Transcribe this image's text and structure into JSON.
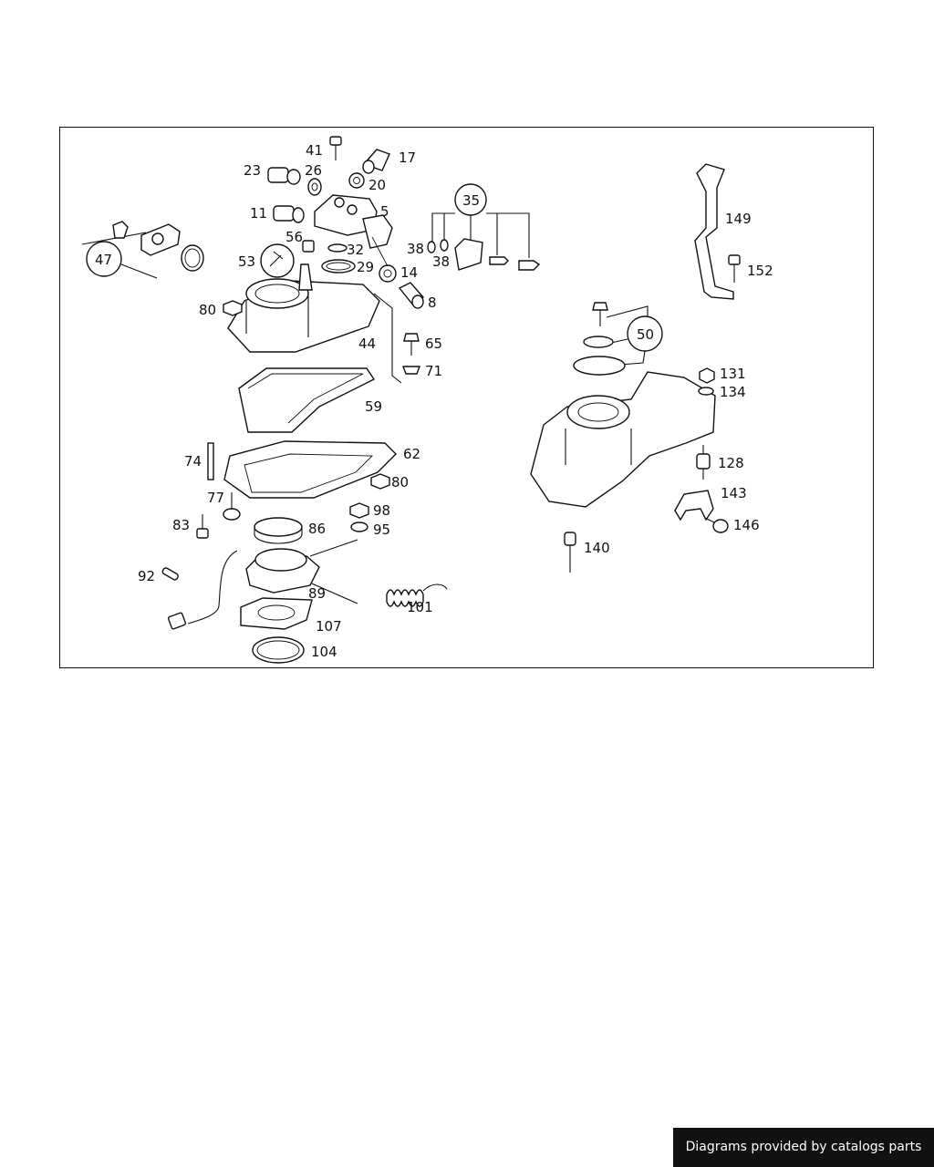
{
  "diagram": {
    "labels": {
      "p41": "41",
      "p17": "17",
      "p23": "23",
      "p26": "26",
      "p20": "20",
      "p11": "11",
      "p5": "5",
      "p35": "35",
      "p38a": "38",
      "p38b": "38",
      "p56": "56",
      "p32": "32",
      "p53": "53",
      "p29": "29",
      "p14": "14",
      "p47": "47",
      "p8": "8",
      "p80a": "80",
      "p44": "44",
      "p65": "65",
      "p71": "71",
      "p59": "59",
      "p74": "74",
      "p62": "62",
      "p80b": "80",
      "p77": "77",
      "p98": "98",
      "p83": "83",
      "p86": "86",
      "p95": "95",
      "p92": "92",
      "p89": "89",
      "p101": "101",
      "p107": "107",
      "p104": "104",
      "p149": "149",
      "p152": "152",
      "p50": "50",
      "p131": "131",
      "p134": "134",
      "p128": "128",
      "p143": "143",
      "p146": "146",
      "p140": "140"
    }
  },
  "footer": {
    "text": "Diagrams provided by catalogs parts"
  },
  "colors": {
    "ink": "#111111",
    "paper": "#ffffff",
    "banner": "#111111"
  }
}
